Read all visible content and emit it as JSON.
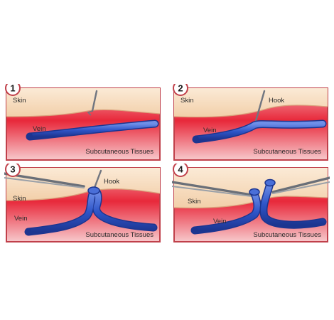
{
  "panels": [
    {
      "number": "1",
      "labels": {
        "skin": "Skin",
        "vein": "Vein",
        "tissues": "Subcutaneous Tissues"
      }
    },
    {
      "number": "2",
      "labels": {
        "skin": "Skin",
        "hook": "Hook",
        "vein": "Vein",
        "tissues": "Subcutaneous Tissues"
      }
    },
    {
      "number": "3",
      "labels": {
        "skin": "Skin",
        "hook": "Hook",
        "vein": "Vein",
        "tissues": "Subcutaneous Tissues"
      }
    },
    {
      "number": "4",
      "labels": {
        "skin": "Skin",
        "vein": "Vein",
        "tissues": "Subcutaneous Tissues"
      }
    }
  ],
  "colors": {
    "frame": "#c0404a",
    "skin": "#f6dcc0",
    "tissue": "#e8283a",
    "vein": "#2f55c8",
    "vein_dark": "#1f3c99",
    "hook": "#b0b4bc"
  }
}
